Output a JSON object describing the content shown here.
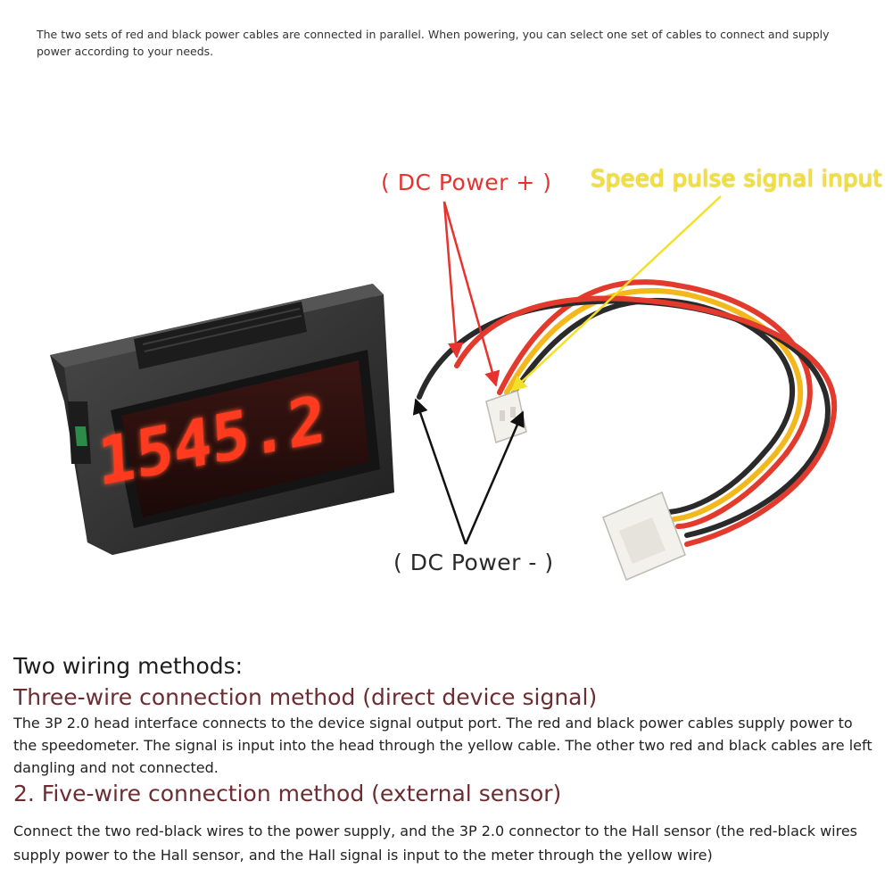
{
  "top_note": "The two sets of red and black power cables are connected in parallel. When powering, you can select one set of cables to connect and supply power according to your needs.",
  "figure": {
    "meter_reading": "1545.2",
    "label_dc_plus": "( DC Power + )",
    "label_speed_signal": "Speed pulse signal input",
    "label_dc_minus": "( DC Power - )",
    "colors": {
      "label_plus": "#e8322e",
      "label_speed": "#f4e23a",
      "display_digits": "#ff3a1e",
      "wire_red": "#e23a2c",
      "wire_yellow": "#f2b81c",
      "wire_black": "#2a2a2a"
    }
  },
  "section": {
    "title": "Two wiring methods:",
    "method1_title": "Three-wire connection method (direct device signal)",
    "method1_body": "The 3P 2.0 head interface connects to the device signal output port. The red and black power cables supply power to the speedometer. The signal is input into the head through the yellow cable. The other two red and black cables are left dangling and not connected.",
    "method2_title": "2. Five-wire connection method (external sensor)",
    "method2_body": "Connect the two red-black wires to the power supply, and the 3P 2.0 connector to the Hall sensor (the red-black wires supply power to the Hall sensor, and the Hall signal is input to the meter through the yellow wire)"
  }
}
